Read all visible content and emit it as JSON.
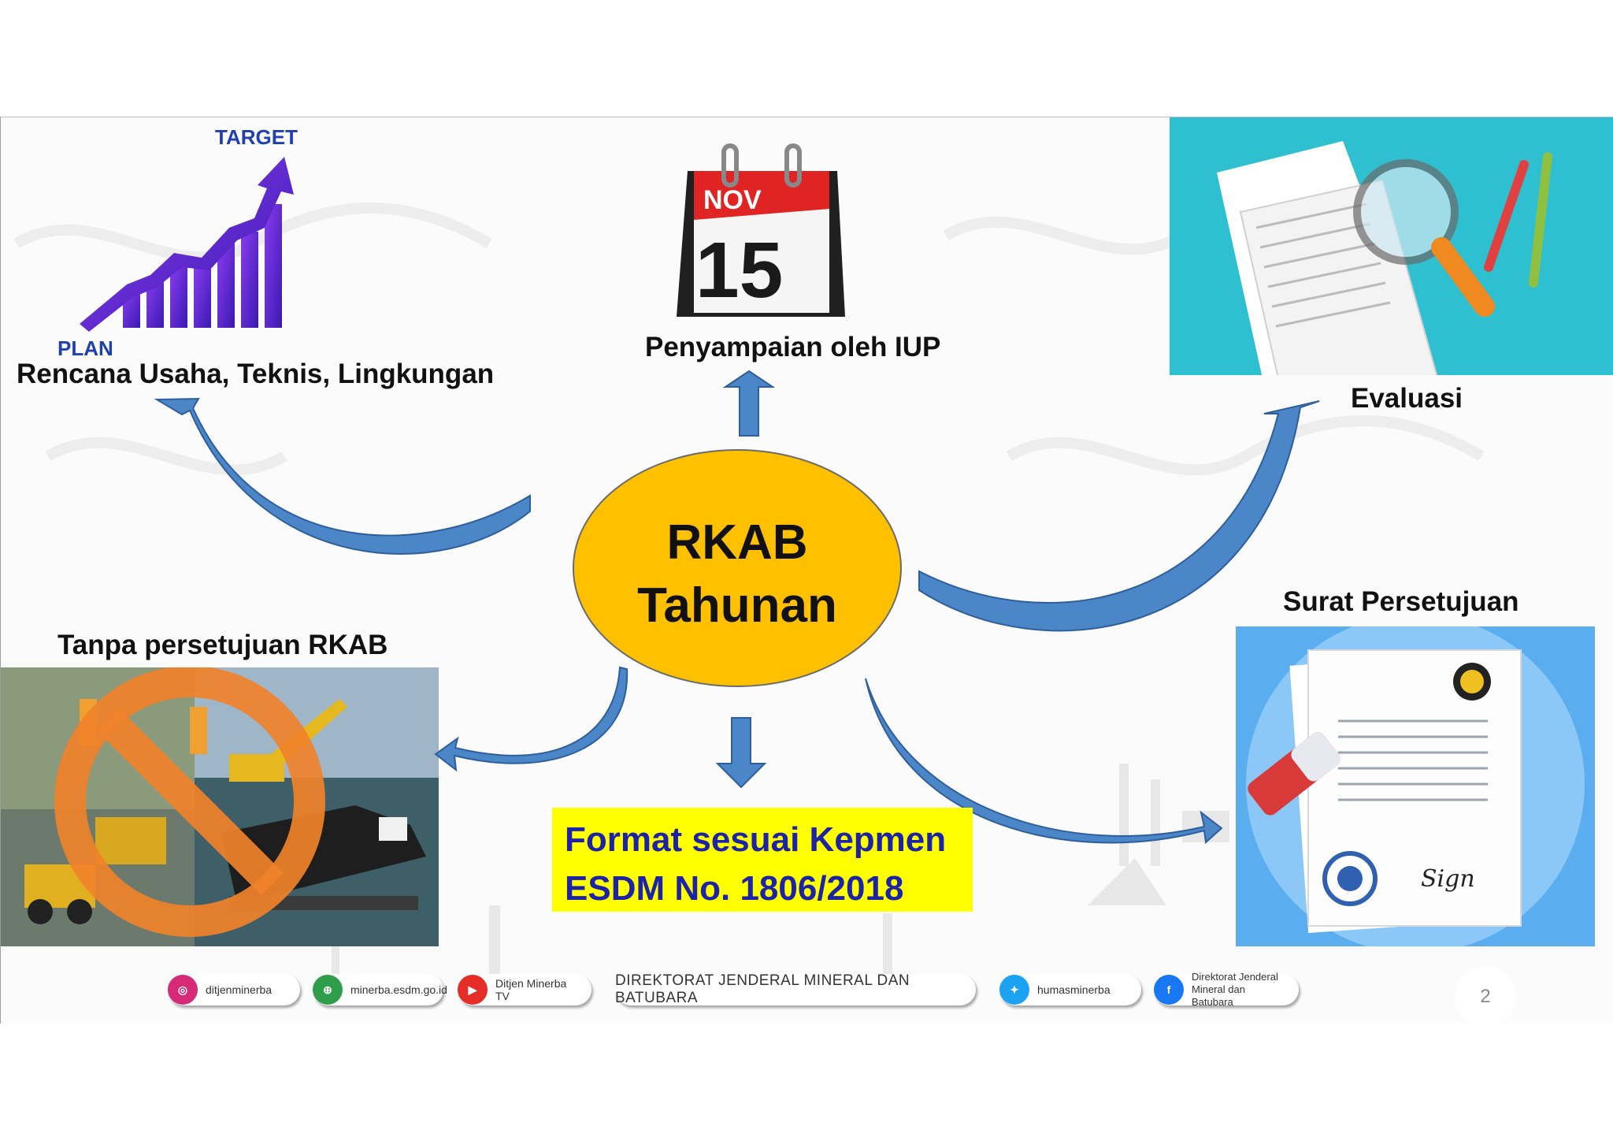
{
  "center": {
    "line1": "RKAB",
    "line2": "Tahunan"
  },
  "nodes": {
    "rencana": "Rencana Usaha, Teknis, Lingkungan",
    "penyampaian": "Penyampaian oleh IUP",
    "evaluasi": "Evaluasi",
    "surat": "Surat Persetujuan",
    "tanpa": "Tanpa persetujuan RKAB"
  },
  "plan_icon": {
    "target": "TARGET",
    "plan": "PLAN"
  },
  "calendar": {
    "month": "NOV",
    "day": "15"
  },
  "format_box": {
    "line1": "Format sesuai Kepmen",
    "line2": "ESDM No. 1806/2018"
  },
  "document_icon": {
    "sign": "Sign"
  },
  "footer": {
    "instagram": "ditjenminerba",
    "website": "minerba.esdm.go.id",
    "youtube": "Ditjen Minerba TV",
    "directorate": "DIREKTORAT JENDERAL MINERAL DAN BATUBARA",
    "twitter": "humasminerba",
    "facebook_line1": "Direktorat Jenderal",
    "facebook_line2": "Mineral dan Batubara",
    "page_number": "2"
  },
  "colors": {
    "circle": "#ffc000",
    "arrow": "#4a86c8",
    "format_box_bg": "#ffff00",
    "format_box_text": "#1c23a8",
    "evaluasi_bg": "#2ec0d0",
    "surat_bg": "#5aaef0"
  }
}
